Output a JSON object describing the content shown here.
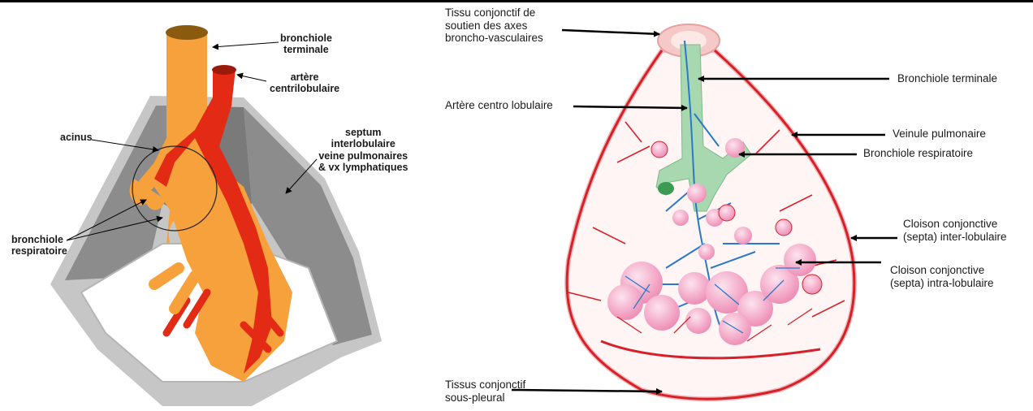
{
  "left_figure": {
    "labels": {
      "bronchiole_terminale": {
        "line1": "bronchiole",
        "line2": "terminale"
      },
      "artere_centrilobulaire": {
        "line1": "artère",
        "line2": "centrilobulaire"
      },
      "acinus": "acinus",
      "septum": {
        "line1": "septum",
        "line2": "interlobulaire",
        "line3": "veine pulmonaires",
        "line4": "& vx lymphatiques"
      },
      "bronchiole_respiratoire": {
        "line1": "bronchiole",
        "line2": "respiratoire"
      }
    },
    "colors": {
      "bronchiole": "#f7a13c",
      "artery": "#e22a14",
      "septum": "#8f8f8f",
      "septum_light": "#c8c8c8"
    }
  },
  "right_figure": {
    "labels": {
      "tissu_conjonctif_soutien": {
        "line1": "Tissu conjonctif de",
        "line2": "soutien des axes",
        "line3": "broncho-vasculaires"
      },
      "bronchiole_terminale": "Bronchiole terminale",
      "artere_centro_lobulaire": "Artère centro lobulaire",
      "veinule_pulmonaire": "Veinule pulmonaire",
      "bronchiole_respiratoire": "Bronchiole respiratoire",
      "cloison_inter": {
        "line1": "Cloison conjonctive",
        "line2": "(septa) inter-lobulaire"
      },
      "cloison_intra": {
        "line1": "Cloison conjonctive",
        "line2": "(septa) intra-lobulaire"
      },
      "tissus_sous_pleural": {
        "line1": "Tissus conjonctif",
        "line2": "sous-pleural"
      }
    },
    "colors": {
      "vein": "#d8202a",
      "artery": "#2b78c8",
      "bronchus": "#a8d8b0",
      "alveoli": "#f4a9c8",
      "connective": "#f6c9c9"
    }
  }
}
